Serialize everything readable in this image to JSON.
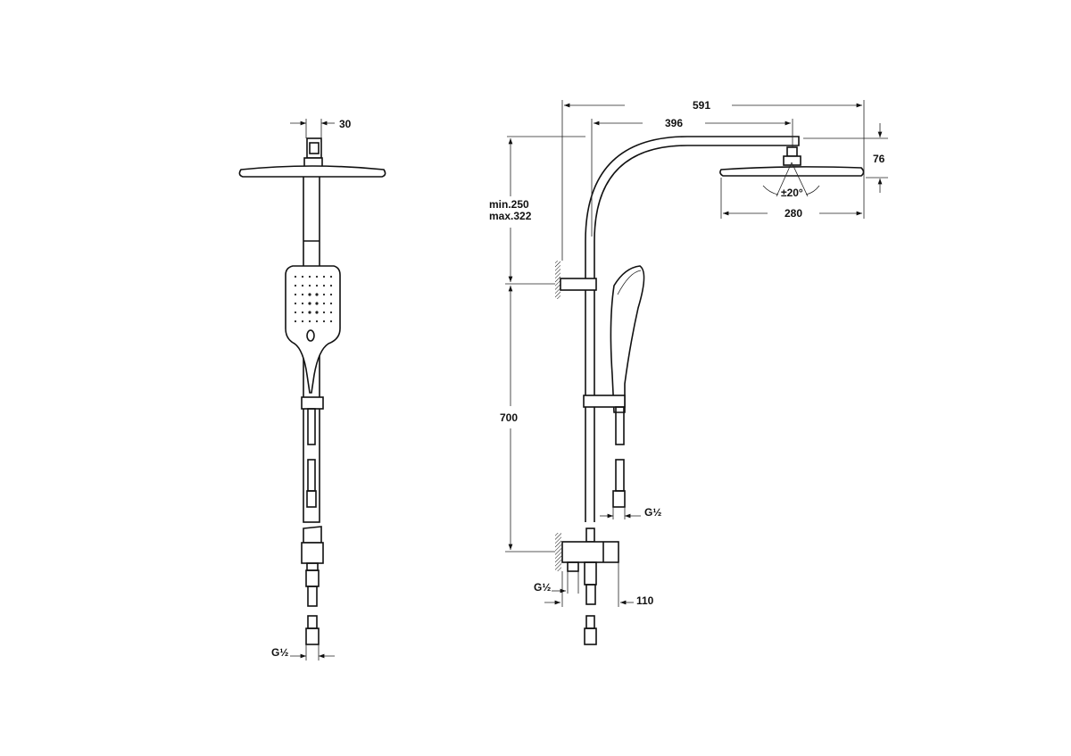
{
  "front_view": {
    "dim_arm_width": "30",
    "dim_thread": "G½"
  },
  "side_view": {
    "dim_total_reach": "591",
    "dim_arm_reach": "396",
    "dim_head_height": "76",
    "dim_head_diameter": "280",
    "dim_tilt": "±20°",
    "dim_arm_height_min": "min.250",
    "dim_arm_height_max": "max.322",
    "dim_rail_height": "700",
    "dim_hose_thread": "G½",
    "dim_inlet_thread": "G½",
    "dim_wall_depth": "110"
  }
}
